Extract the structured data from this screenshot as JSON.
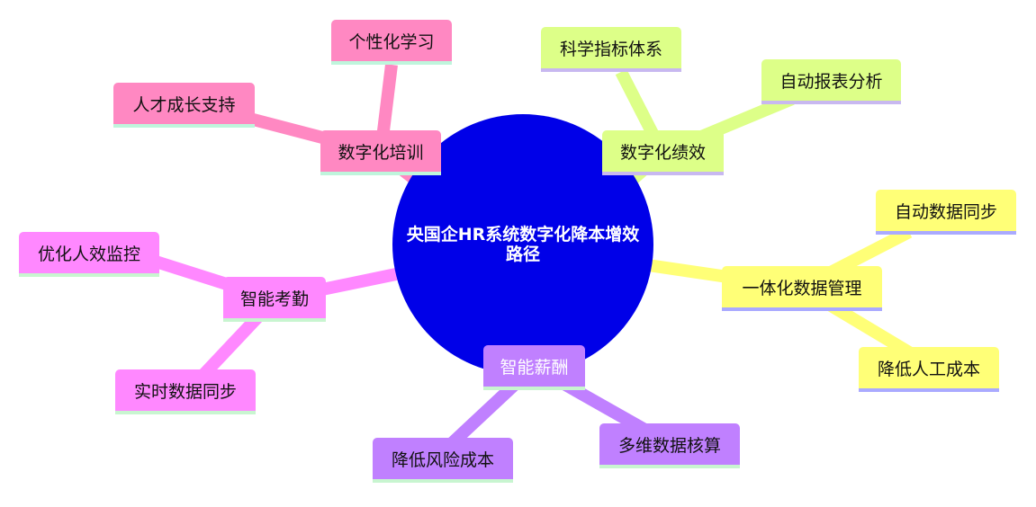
{
  "root": {
    "label": "央国企HR系统数字化降本增效路径",
    "color": "#0000E8"
  },
  "branches": [
    {
      "label": "数字化培训",
      "color": "#FF88C2",
      "children": [
        "个性化学习",
        "人才成长支持"
      ]
    },
    {
      "label": "数字化绩效",
      "color": "#DDFF88",
      "children": [
        "科学指标体系",
        "自动报表分析"
      ]
    },
    {
      "label": "一体化数据管理",
      "color": "#FFFF77",
      "children": [
        "自动数据同步",
        "降低人工成本"
      ]
    },
    {
      "label": "智能薪酬",
      "color": "#C080FF",
      "children": [
        "降低风险成本",
        "多维数据核算"
      ]
    },
    {
      "label": "智能考勤",
      "color": "#FF88FF",
      "children": [
        "优化人效监控",
        "实时数据同步"
      ]
    }
  ]
}
